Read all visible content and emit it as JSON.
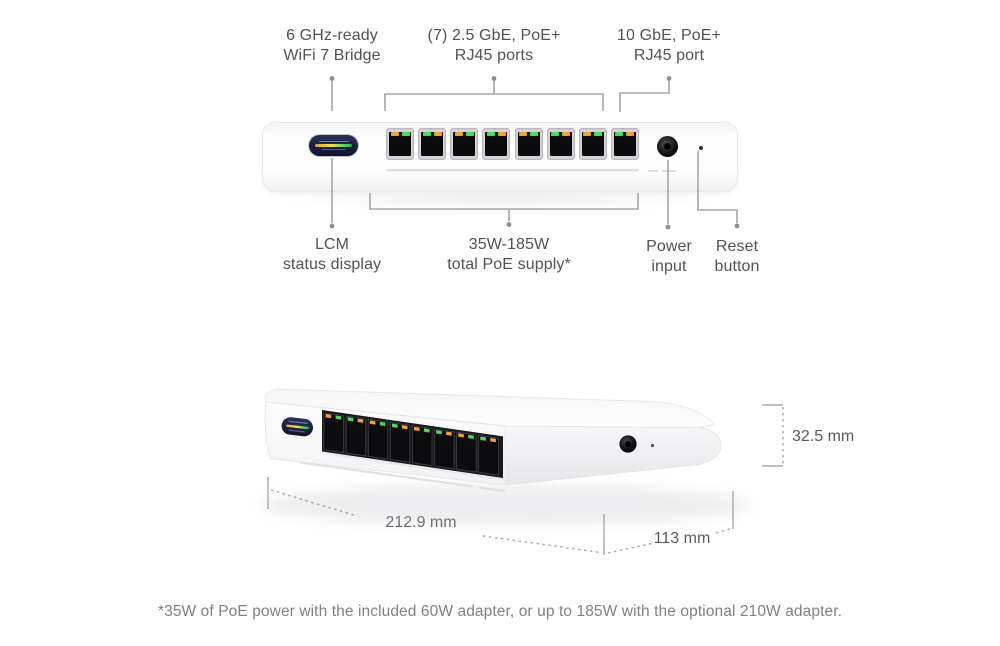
{
  "colors": {
    "led_orange": "#f0a13c",
    "led_green": "#4cd964",
    "lcm_display_bg": "#1a1e3c",
    "callout_line": "#a5a5a8",
    "text_primary": "#525257",
    "text_muted": "#808085"
  },
  "front_view": {
    "port_count": 8,
    "callouts_top": [
      {
        "line1": "6 GHz-ready",
        "line2": "WiFi 7 Bridge"
      },
      {
        "line1": "(7) 2.5 GbE, PoE+",
        "line2": "RJ45 ports"
      },
      {
        "line1": "10 GbE, PoE+",
        "line2": "RJ45 port"
      }
    ],
    "callouts_bottom": [
      {
        "line1": "LCM",
        "line2": "status display"
      },
      {
        "line1": "35W-185W",
        "line2": "total PoE supply*"
      },
      {
        "line1": "Power",
        "line2": "input"
      },
      {
        "line1": "Reset",
        "line2": "button"
      }
    ]
  },
  "perspective_view": {
    "port_count": 8,
    "dimensions": {
      "height": "32.5 mm",
      "width": "212.9 mm",
      "depth": "113 mm"
    }
  },
  "footnote": "*35W of PoE power with the included 60W adapter, or up to 185W with the optional 210W adapter."
}
